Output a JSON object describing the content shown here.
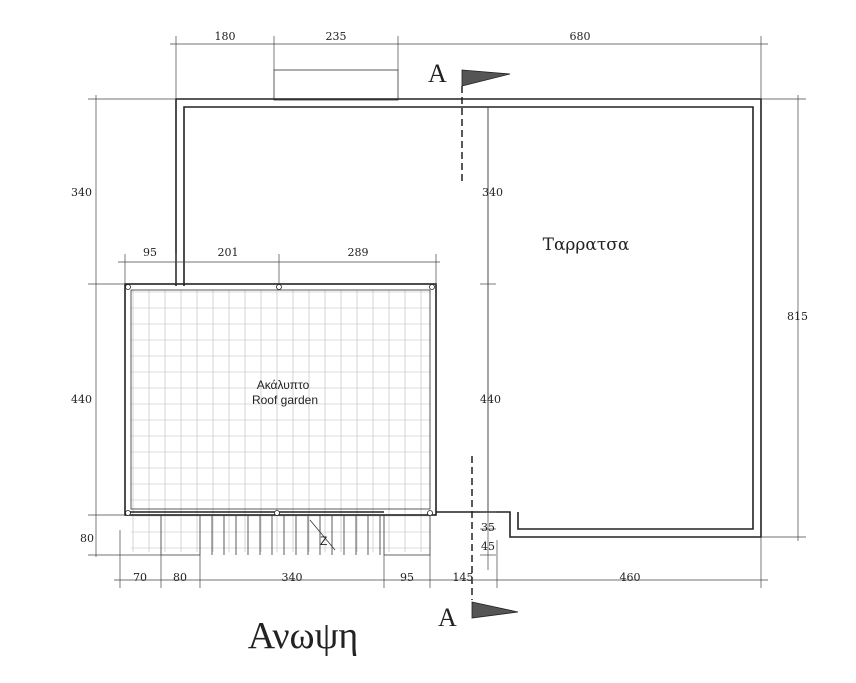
{
  "title": "Ανωψη",
  "rooms": {
    "terrace": "Ταρρατσα",
    "garden_gr": "Ακάλυπτο",
    "garden_en": "Roof garden"
  },
  "section_marks": {
    "top": "A",
    "bottom": "A"
  },
  "stair_mark": "Z",
  "dimensions": {
    "top_180": "180",
    "top_235": "235",
    "top_680": "680",
    "left_340": "340",
    "mid_340": "340",
    "right_815": "815",
    "g_95": "95",
    "g_201": "201",
    "g_289": "289",
    "left_440": "440",
    "mid_440": "440",
    "left_80": "80",
    "step_35": "35",
    "step_45": "45",
    "b_70": "70",
    "b_80": "80",
    "b_340": "340",
    "b_95": "95",
    "b_145": "145",
    "b_460": "460"
  }
}
